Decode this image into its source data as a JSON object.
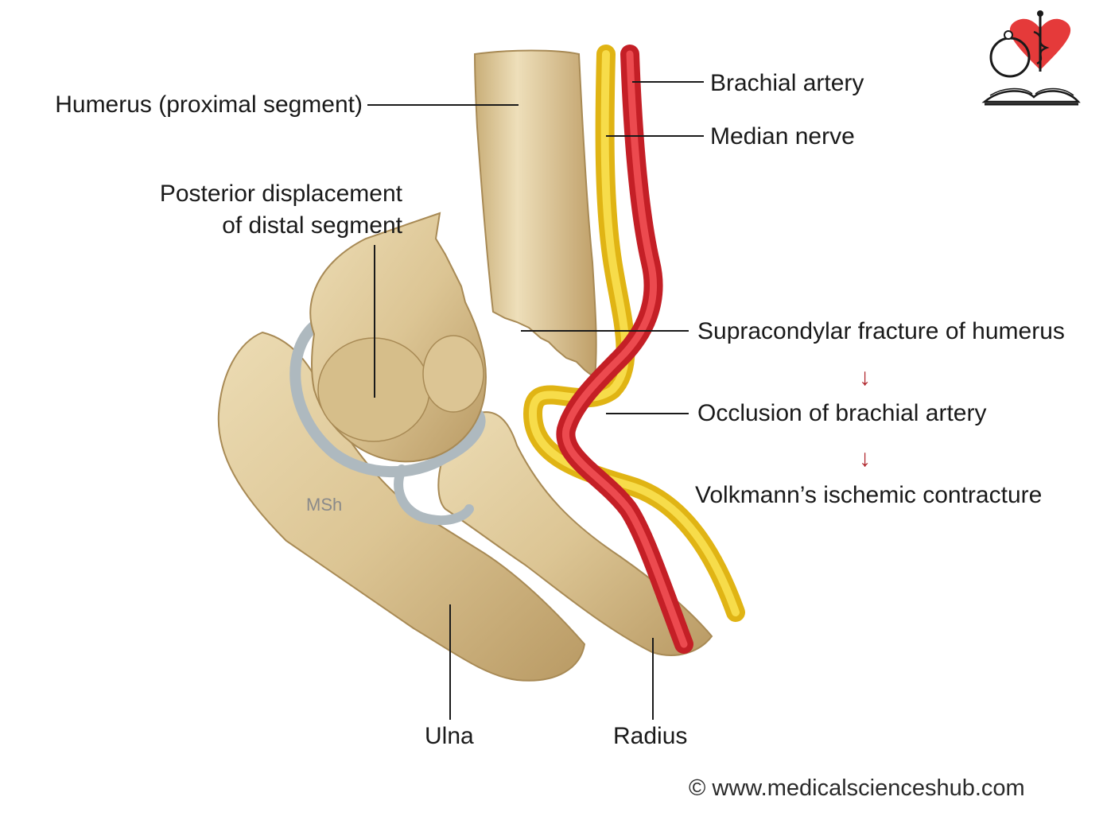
{
  "labels": {
    "humerus": "Humerus (proximal segment)",
    "posterior_line1": "Posterior displacement",
    "posterior_line2": "of distal segment",
    "brachial_artery": "Brachial artery",
    "median_nerve": "Median nerve",
    "supracondylar": "Supracondylar fracture of humerus",
    "occlusion": "Occlusion of brachial artery",
    "volkmann": "Volkmann’s ischemic contracture",
    "ulna": "Ulna",
    "radius": "Radius"
  },
  "arrows": {
    "down": "↓"
  },
  "watermark": "MSh",
  "copyright": "© www.medicalscienceshub.com",
  "colors": {
    "bone": "#dcc594",
    "bone_shadow": "#b99a64",
    "cartilage": "#aeb9bf",
    "artery": "#d9262e",
    "nerve": "#f2c81c",
    "arrow": "#b0272d",
    "logo_heart": "#e53a3a"
  },
  "icons": {
    "logo": "heart-caduceus-book-logo"
  }
}
